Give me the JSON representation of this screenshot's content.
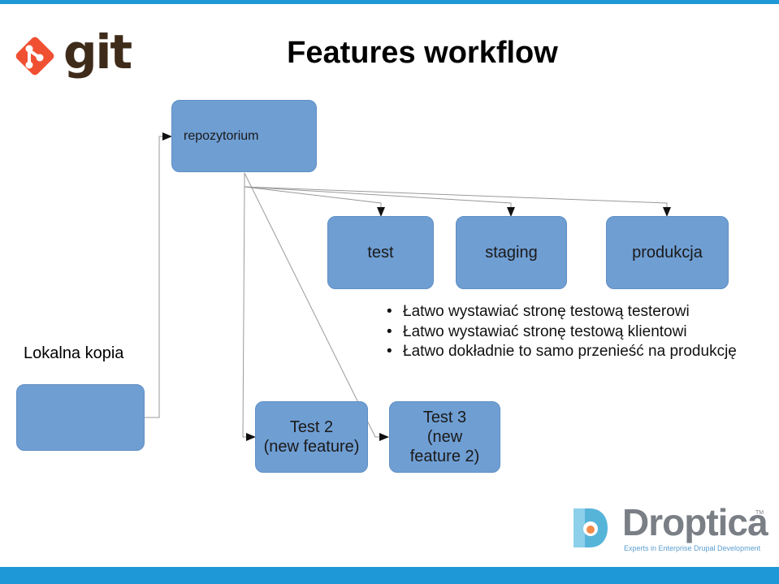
{
  "title": "Features workflow",
  "git_logo_text": "git",
  "nodes": {
    "repozytorium": "repozytorium",
    "test": "test",
    "staging": "staging",
    "produkcja": "produkcja",
    "lokalna_kopia": "Lokalna kopia",
    "test2": "Test 2\n(new feature)",
    "test3": "Test 3\n(new\nfeature 2)"
  },
  "bullets": [
    "Łatwo wystawiać stronę testową testerowi",
    "Łatwo wystawiać stronę testową klientowi",
    "Łatwo dokładnie to samo przenieść na produkcję"
  ],
  "droptica": {
    "name": "Droptica",
    "tagline": "Experts in Enterprise Drupal Development",
    "tm": "TM"
  },
  "colors": {
    "box_fill": "#6f9ed3",
    "accent_bar": "#1e98d6",
    "git_orange": "#f05032"
  }
}
